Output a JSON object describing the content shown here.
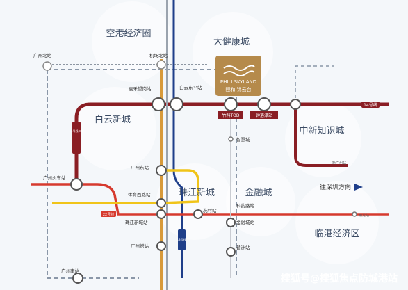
{
  "zones": {
    "airport": "空港经济圈",
    "health": "大健康城",
    "baiyun": "白云新城",
    "zhongxin": "中新知识城",
    "zhujiang": "珠江新城",
    "finance": "金融城",
    "linggang": "临港经济区"
  },
  "stations": {
    "gz_north": "广州北站",
    "airport_north": "机场北站",
    "jiahe": "嘉禾望岗站",
    "baiyun_east": "白云东平站",
    "zhuliao": "竹料TOD",
    "zhongluotan": "钟落潭站",
    "xinghe": "新广州站",
    "gz_railway": "广州火车站",
    "gz_east": "广州东站",
    "tiyu_west": "体育西路站",
    "zhujiang_city": "珠江新城站",
    "gz_station_s": "广州塔站",
    "gz_south": "广州南站",
    "chebei": "冼村站",
    "kecun": "科韵路站",
    "jinrong": "金融城站",
    "pazhou": "琶洲站",
    "zhiyuan": "智慧城",
    "zhenlong": "镇龙站"
  },
  "lines": {
    "l14": "14号线",
    "l14_2": "14号线二期",
    "l18": "18号线",
    "l22": "22号线"
  },
  "project": {
    "name_en": "PHILI SKYLAND",
    "name_cn": "颐和 锦云台"
  },
  "direction": "往深圳方向",
  "watermark": "搜狐号@搜狐焦点防城港站",
  "colors": {
    "line14": "#8a1e24",
    "line18": "#1f3f8a",
    "line3": "#d89a3a",
    "line22": "#d63a2e",
    "line_yellow": "#f0c419",
    "dashed": "#8a97a8",
    "gold": "#b58a4b"
  }
}
